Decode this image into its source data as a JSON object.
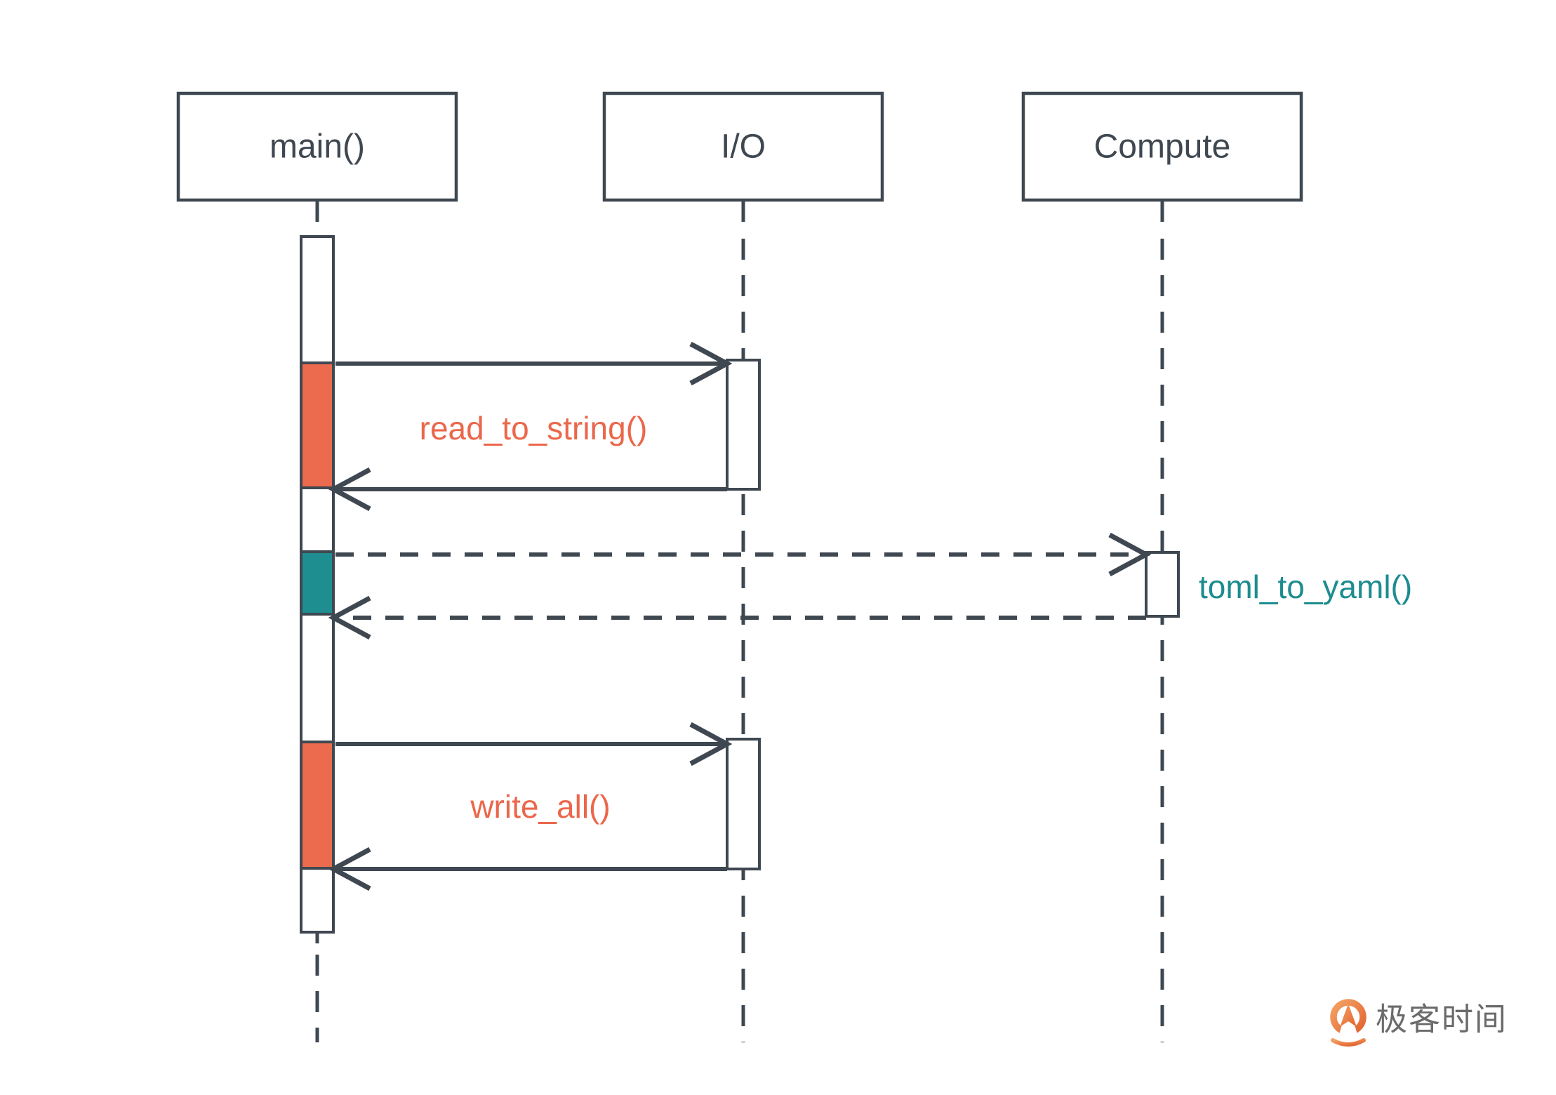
{
  "diagram": {
    "type": "sequence",
    "participants": [
      {
        "name": "main()"
      },
      {
        "name": "I/O"
      },
      {
        "name": "Compute"
      }
    ],
    "messages": [
      {
        "label": "read_to_string()",
        "from": "main()",
        "to": "I/O",
        "style": "solid",
        "color": "#eb674b"
      },
      {
        "label": "toml_to_yaml()",
        "from": "main()",
        "to": "Compute",
        "style": "dashed",
        "color": "#1c8c90"
      },
      {
        "label": "write_all()",
        "from": "main()",
        "to": "I/O",
        "style": "solid",
        "color": "#eb674b"
      }
    ]
  },
  "colors": {
    "dark": "#3f4851",
    "orange": "#eb674b",
    "orange_fill": "#ec6a4d",
    "teal": "#1c8c90",
    "teal_fill": "#1f8e91",
    "background": "#ffffff",
    "logo_text_gray": "#6b6b6b",
    "logo_orange_start": "#f4a264",
    "logo_orange_end": "#e2632f"
  },
  "logo": {
    "text": "极客时间",
    "icon": "geektime-q-icon"
  }
}
